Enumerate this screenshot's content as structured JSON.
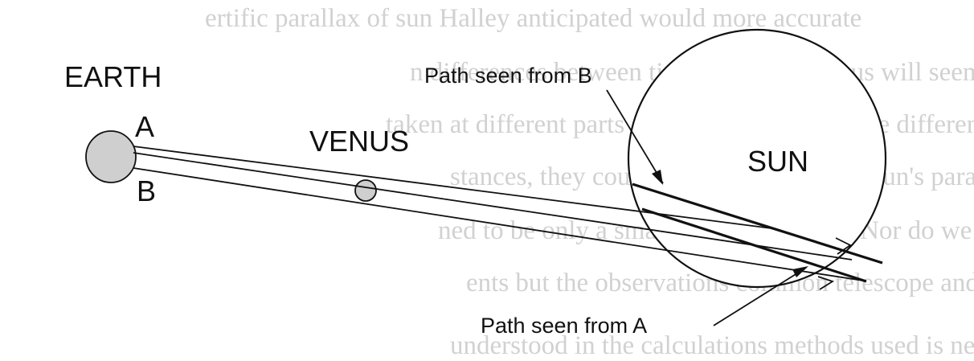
{
  "labels": {
    "earth": "EARTH",
    "point_a": "A",
    "point_b": "B",
    "venus": "VENUS",
    "sun": "SUN",
    "path_from_b": "Path seen from B",
    "path_from_a": "Path seen from A"
  },
  "background_text": [
    "ertific parallax of sun Halley anticipated would more accurate",
    "n differences between times at which Venus will seem to be pro",
    "taken at different parts of the Earth. From those differences, th",
    "stances, they could be established. The Sun's parallax mu",
    "ned to be only a small part of a second. Nor do we require any o",
    "ents but the observations common telescope and clocks, only p",
    "understood in the calculations methods used is next to minute"
  ],
  "colors": {
    "ink": "#111111",
    "planet_fill": "#cfcfcf",
    "ghost_text": "#c9c9c9",
    "background": "#ffffff"
  }
}
